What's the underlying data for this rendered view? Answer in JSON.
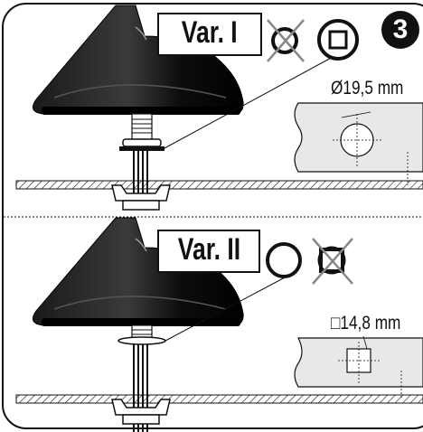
{
  "step_number": "3",
  "variants": [
    {
      "label": "Var. I",
      "dimension": "Ø19,5 mm",
      "dimension_shape": "round hole"
    },
    {
      "label": "Var. II",
      "dimension": "□14,8 mm",
      "dimension_shape": "square hole"
    }
  ],
  "icons": {
    "variant1": [
      "round-washer-crossed-out-icon",
      "square-washer-icon"
    ],
    "variant2": [
      "round-washer-icon",
      "square-washer-crossed-out-icon"
    ]
  }
}
